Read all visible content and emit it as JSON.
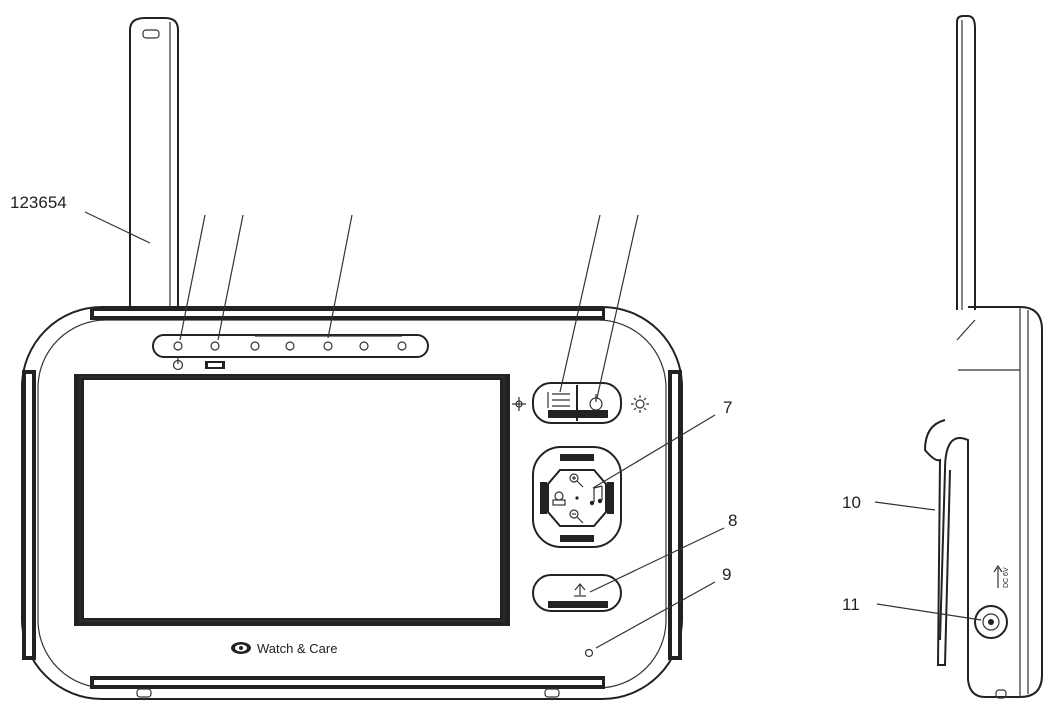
{
  "callouts": {
    "group_top": "123654",
    "dpad": "7",
    "talk_button": "8",
    "microphone": "9",
    "stand": "10",
    "dc_jack": "11"
  },
  "device": {
    "brand": "Watch & Care",
    "jack_label": "DC 6V"
  }
}
